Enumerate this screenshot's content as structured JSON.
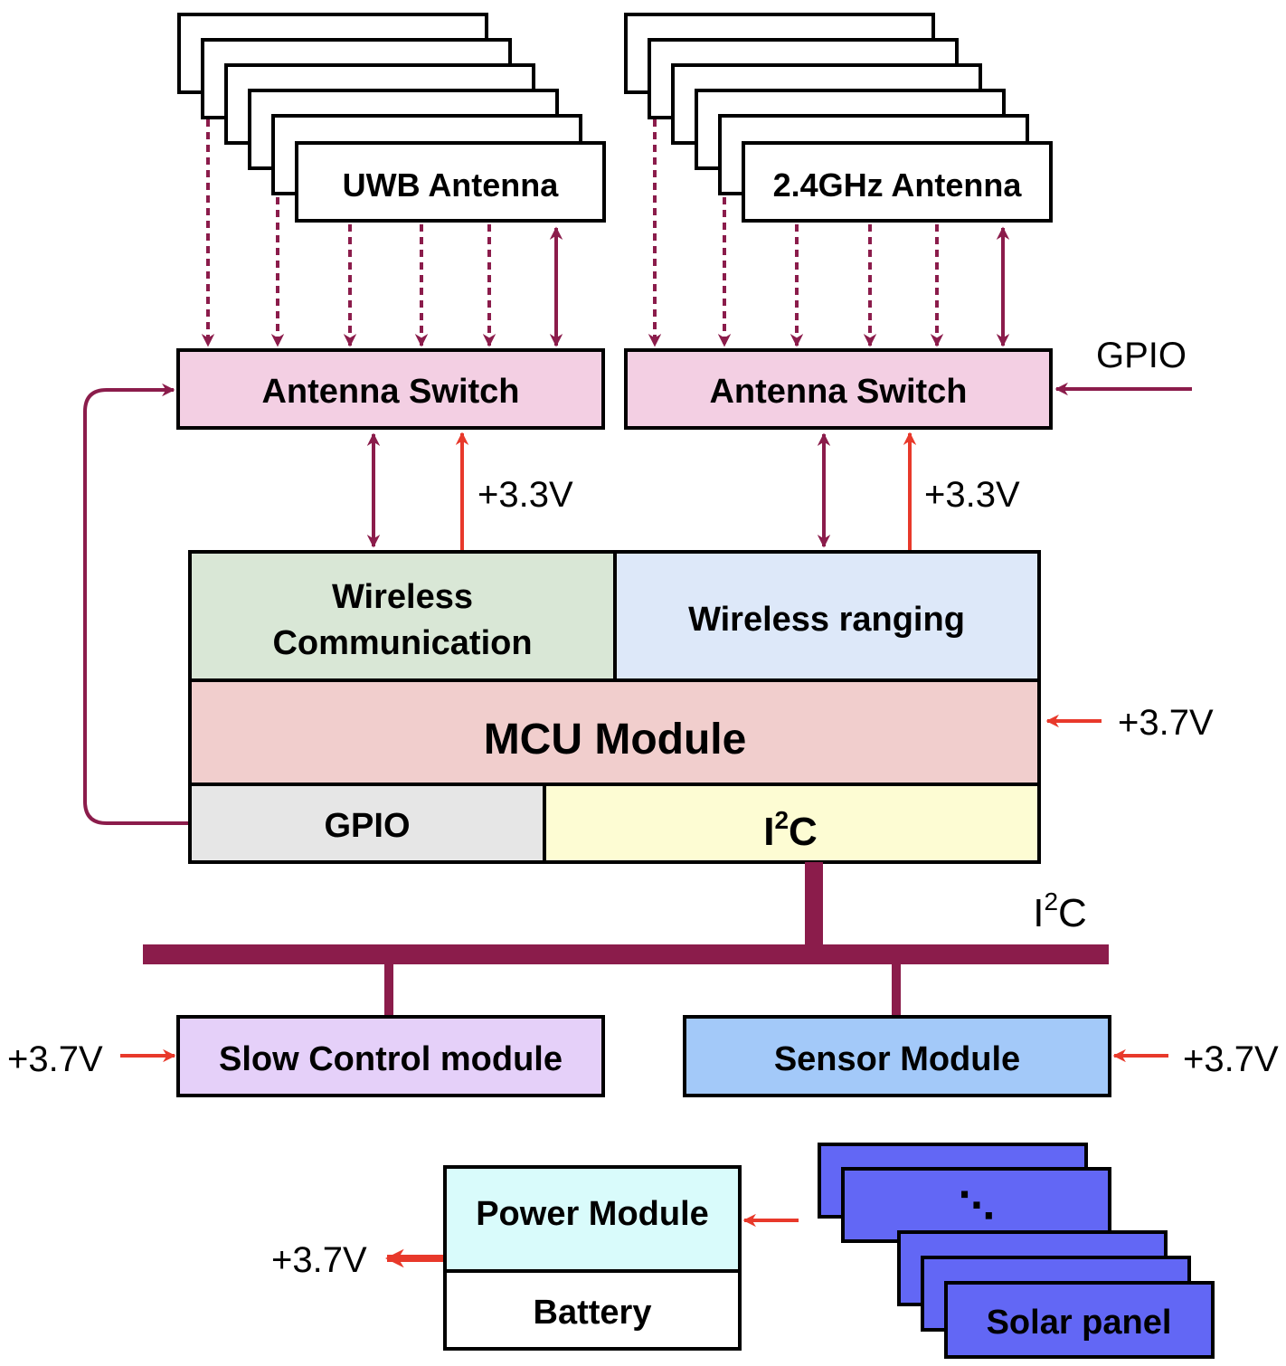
{
  "uwb_antenna": {
    "label": "UWB Antenna"
  },
  "ghz_antenna": {
    "label": "2.4GHz Antenna"
  },
  "antenna_switch_left": {
    "label": "Antenna Switch"
  },
  "antenna_switch_right": {
    "label": "Antenna Switch"
  },
  "gpio_input": {
    "label": "GPIO"
  },
  "voltage_3v3_left": "+3.3V",
  "voltage_3v3_right": "+3.3V",
  "wireless_comm": {
    "line1": "Wireless",
    "line2": "Communication"
  },
  "wireless_ranging": {
    "label": "Wireless ranging"
  },
  "mcu": {
    "label": "MCU Module"
  },
  "mcu_voltage": "+3.7V",
  "gpio_block": {
    "label": "GPIO"
  },
  "i2c_block": {
    "base": "I",
    "sup": "2",
    "tail": "C"
  },
  "i2c_bus": {
    "base": "I",
    "sup": "2",
    "tail": "C"
  },
  "slow_control": {
    "label": "Slow Control module",
    "voltage": "+3.7V"
  },
  "sensor_module": {
    "label": "Sensor Module",
    "voltage": "+3.7V"
  },
  "power_module": {
    "label": "Power Module",
    "voltage_out": "+3.7V"
  },
  "battery": {
    "label": "Battery"
  },
  "solar_panel": {
    "label": "Solar panel",
    "ellipsis": "⋱"
  },
  "colors": {
    "connector": "#8b1c4b",
    "power_arrow": "#e8392b",
    "antenna_switch": "#f3cfe3",
    "wireless_comm": "#d9e7d6",
    "wireless_ranging": "#dde8f9",
    "mcu": "#f1cecd",
    "gpio_block": "#e6e6e6",
    "i2c_block": "#fdfcd3",
    "slow_control": "#e5d0f9",
    "sensor_module": "#a3c9f9",
    "power_module": "#d9fbfb",
    "solar_panel": "#6267f5"
  }
}
